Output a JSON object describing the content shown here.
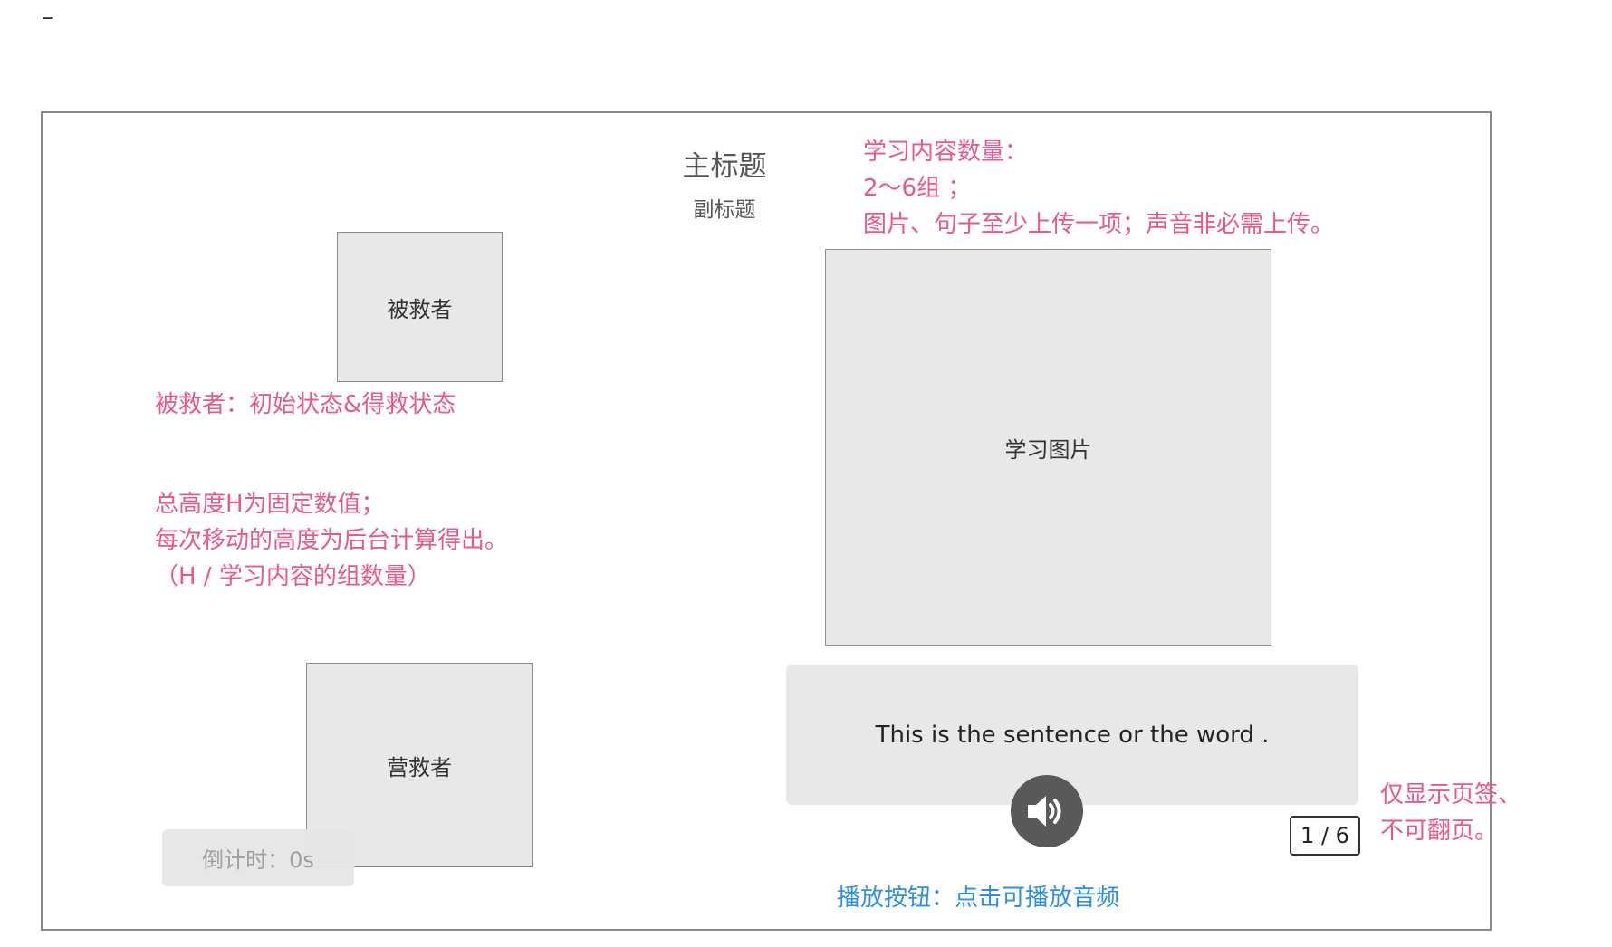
{
  "misc": {
    "dash": "–"
  },
  "header": {
    "title": "主标题",
    "subtitle": "副标题"
  },
  "rescued": {
    "label": "被救者"
  },
  "rescuer": {
    "label": "营救者"
  },
  "study": {
    "image_label": "学习图片",
    "sentence": "This is the sentence or the word ."
  },
  "countdown": {
    "label": "倒计时：0s"
  },
  "pager": {
    "label": "1 / 6"
  },
  "audio": {
    "icon": "speaker-icon"
  },
  "annotations": {
    "content_count": [
      "学习内容数量：",
      "2～6组 ；",
      "图片、句子至少上传一项；声音非必需上传。"
    ],
    "rescued_state": "被救者：初始状态&得救状态",
    "height": [
      "总高度H为固定数值；",
      "每次移动的高度为后台计算得出。",
      "（H / 学习内容的组数量）"
    ],
    "pager_note": [
      "仅显示页签、",
      "不可翻页。"
    ],
    "play_note": "播放按钮：点击可播放音频"
  },
  "colors": {
    "annotation_pink": "#e9588d",
    "annotation_blue": "#2d8ee6",
    "placeholder_fill": "#e8e8e8",
    "play_button": "#595959"
  }
}
